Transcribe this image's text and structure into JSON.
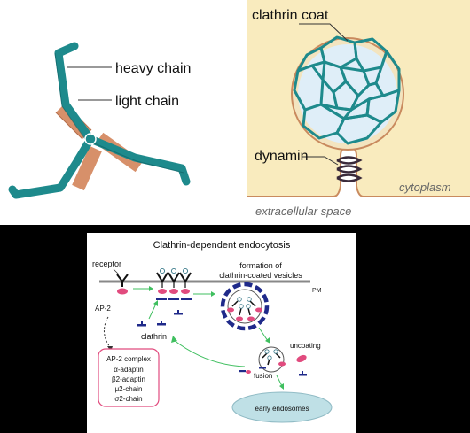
{
  "panel_a": {
    "labels": {
      "heavy_chain": "heavy chain",
      "light_chain": "light chain"
    }
  },
  "panel_b": {
    "labels": {
      "clathrin_coat": "clathrin coat",
      "dynamin": "dynamin",
      "cytoplasm": "cytoplasm",
      "extracellular_space": "extracellular space"
    }
  },
  "panel_c": {
    "title": "Clathrin-dependent endocytosis",
    "labels": {
      "receptor": "receptor",
      "ap2": "AP-2",
      "formation_line1": "formation of",
      "formation_line2": "clathrin-coated vesicles",
      "pm": "PM",
      "clathrin": "clathrin",
      "uncoating": "uncoating",
      "fusion": "fusion",
      "early_endosomes": "early endosomes"
    },
    "ap2_complex": {
      "title": "AP-2 complex",
      "items": [
        "α-adaptin",
        "β2-adaptin",
        "μ2-chain",
        "σ2-chain"
      ]
    }
  },
  "colors": {
    "teal": "#1e8a8c",
    "salmon": "#d7906a",
    "cream": "#f9ebbe",
    "vesicle_fill": "#dfeef8",
    "navy": "#1f2a8a",
    "pink": "#e14b7e",
    "green_arrow": "#3fbf5f",
    "endosome": "#bfe0e6"
  }
}
